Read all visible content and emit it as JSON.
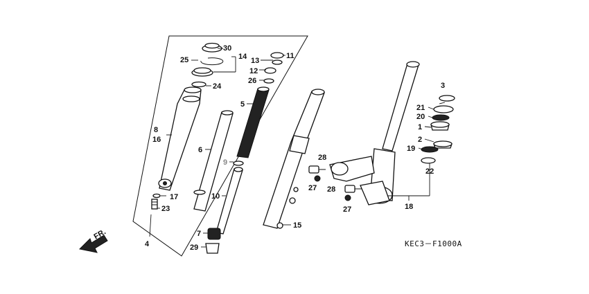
{
  "diagram": {
    "code": "KEC3－F1000A",
    "direction": "FR.",
    "parts": {
      "p30": "30",
      "p25": "25",
      "p14": "14",
      "p24": "24",
      "p13": "13",
      "p11": "11",
      "p12": "12",
      "p26": "26",
      "p5": "5",
      "p8": "8",
      "p16": "16",
      "p6": "6",
      "p9": "9",
      "p10": "10",
      "p17": "17",
      "p23": "23",
      "p4": "4",
      "p7": "7",
      "p29": "29",
      "p15": "15",
      "p28a": "28",
      "p27a": "27",
      "p28b": "28",
      "p27b": "27",
      "p18": "18",
      "p3": "3",
      "p21": "21",
      "p20": "20",
      "p1": "1",
      "p2": "2",
      "p19": "19",
      "p22": "22"
    }
  }
}
